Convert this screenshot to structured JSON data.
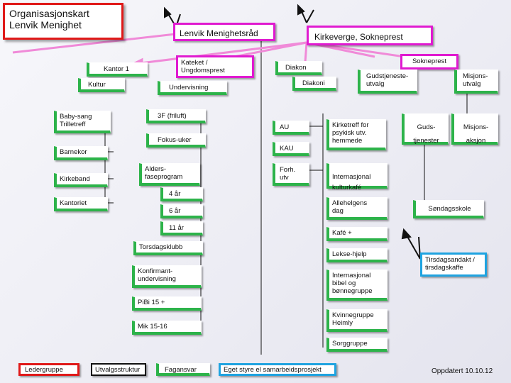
{
  "title": "Organisasjonskart\nLenvik Menighet",
  "menighetsrad": "Lenvik Menighetsråd",
  "kirkeverge": "Kirkeverge, Sokneprest",
  "soknepresten": "Sokneprest",
  "kateket": "Kateket /\nUngdomsprest",
  "kantor": "Kantor 1",
  "diakon": "Diakon",
  "kultur": "Kultur",
  "undervisning": "Undervisning",
  "diakoni": "Diakoni",
  "gudstjenesteutvalg": "Gudstjeneste-\nutvalg",
  "misjonsutvalg": "Misjons-\nutvalg",
  "babysang": "Baby-sang\nTrilletreff",
  "barnekor": "Barnekor",
  "kirkeband": "Kirkeband",
  "kantoriet": "Kantoriet",
  "tre_f": "3F (friluft)",
  "fokus": "Fokus-uker",
  "alders": "Alders-\nfaseprogram",
  "fire_ar": "4 år",
  "seks_ar": "6 år",
  "elleve_ar": "11 år",
  "torsdagsklubb": "Torsdagsklubb",
  "konfirmant": "Konfirmant-\nundervisning",
  "pibi": "PiBi 15 +",
  "mik": "Mik 15-16",
  "au": "AU",
  "kau": "KAU",
  "forh": "Forh.\nutv",
  "kirketreff": "Kirketreff for\npsykisk utv.\nhemmede",
  "internasjonal_kulturkafe_1": "Internasjonal",
  "internasjonal_kulturkafe_2": "kulturkafé",
  "allehelgens": "Allehelgens\ndag",
  "kafe": "Kafé +",
  "lekse": "Lekse-hjelp",
  "intbibel": "Internasjonal\nbibel og\nbønnegruppe",
  "kvinnegruppe": "Kvinnegruppe\nHeimly",
  "sorggruppe": "Sorggruppe",
  "gudstjenester_1": "Guds-",
  "gudstjenester_2": "tjenester",
  "misjonsaksjon_1": "Misjons-",
  "misjonsaksjon_2": "aksjon",
  "sondagsskole": "Søndagsskole",
  "tirsdagsandakt": "Tirsdagsandakt /\ntirsdagskaffe",
  "legend": {
    "ledergruppe": "Ledergruppe",
    "utvalgsstruktur": "Utvalgsstruktur",
    "fagansvar": "Fagansvar",
    "eget_styre": "Eget styre el samarbeidsprosjekt"
  },
  "oppdatert": "Oppdatert 10.10.12",
  "colors": {
    "green": "#2db34a",
    "magenta": "#e01ad0",
    "red": "#e01919",
    "blue": "#1fa3e0",
    "arrow": "#f08ad8"
  }
}
